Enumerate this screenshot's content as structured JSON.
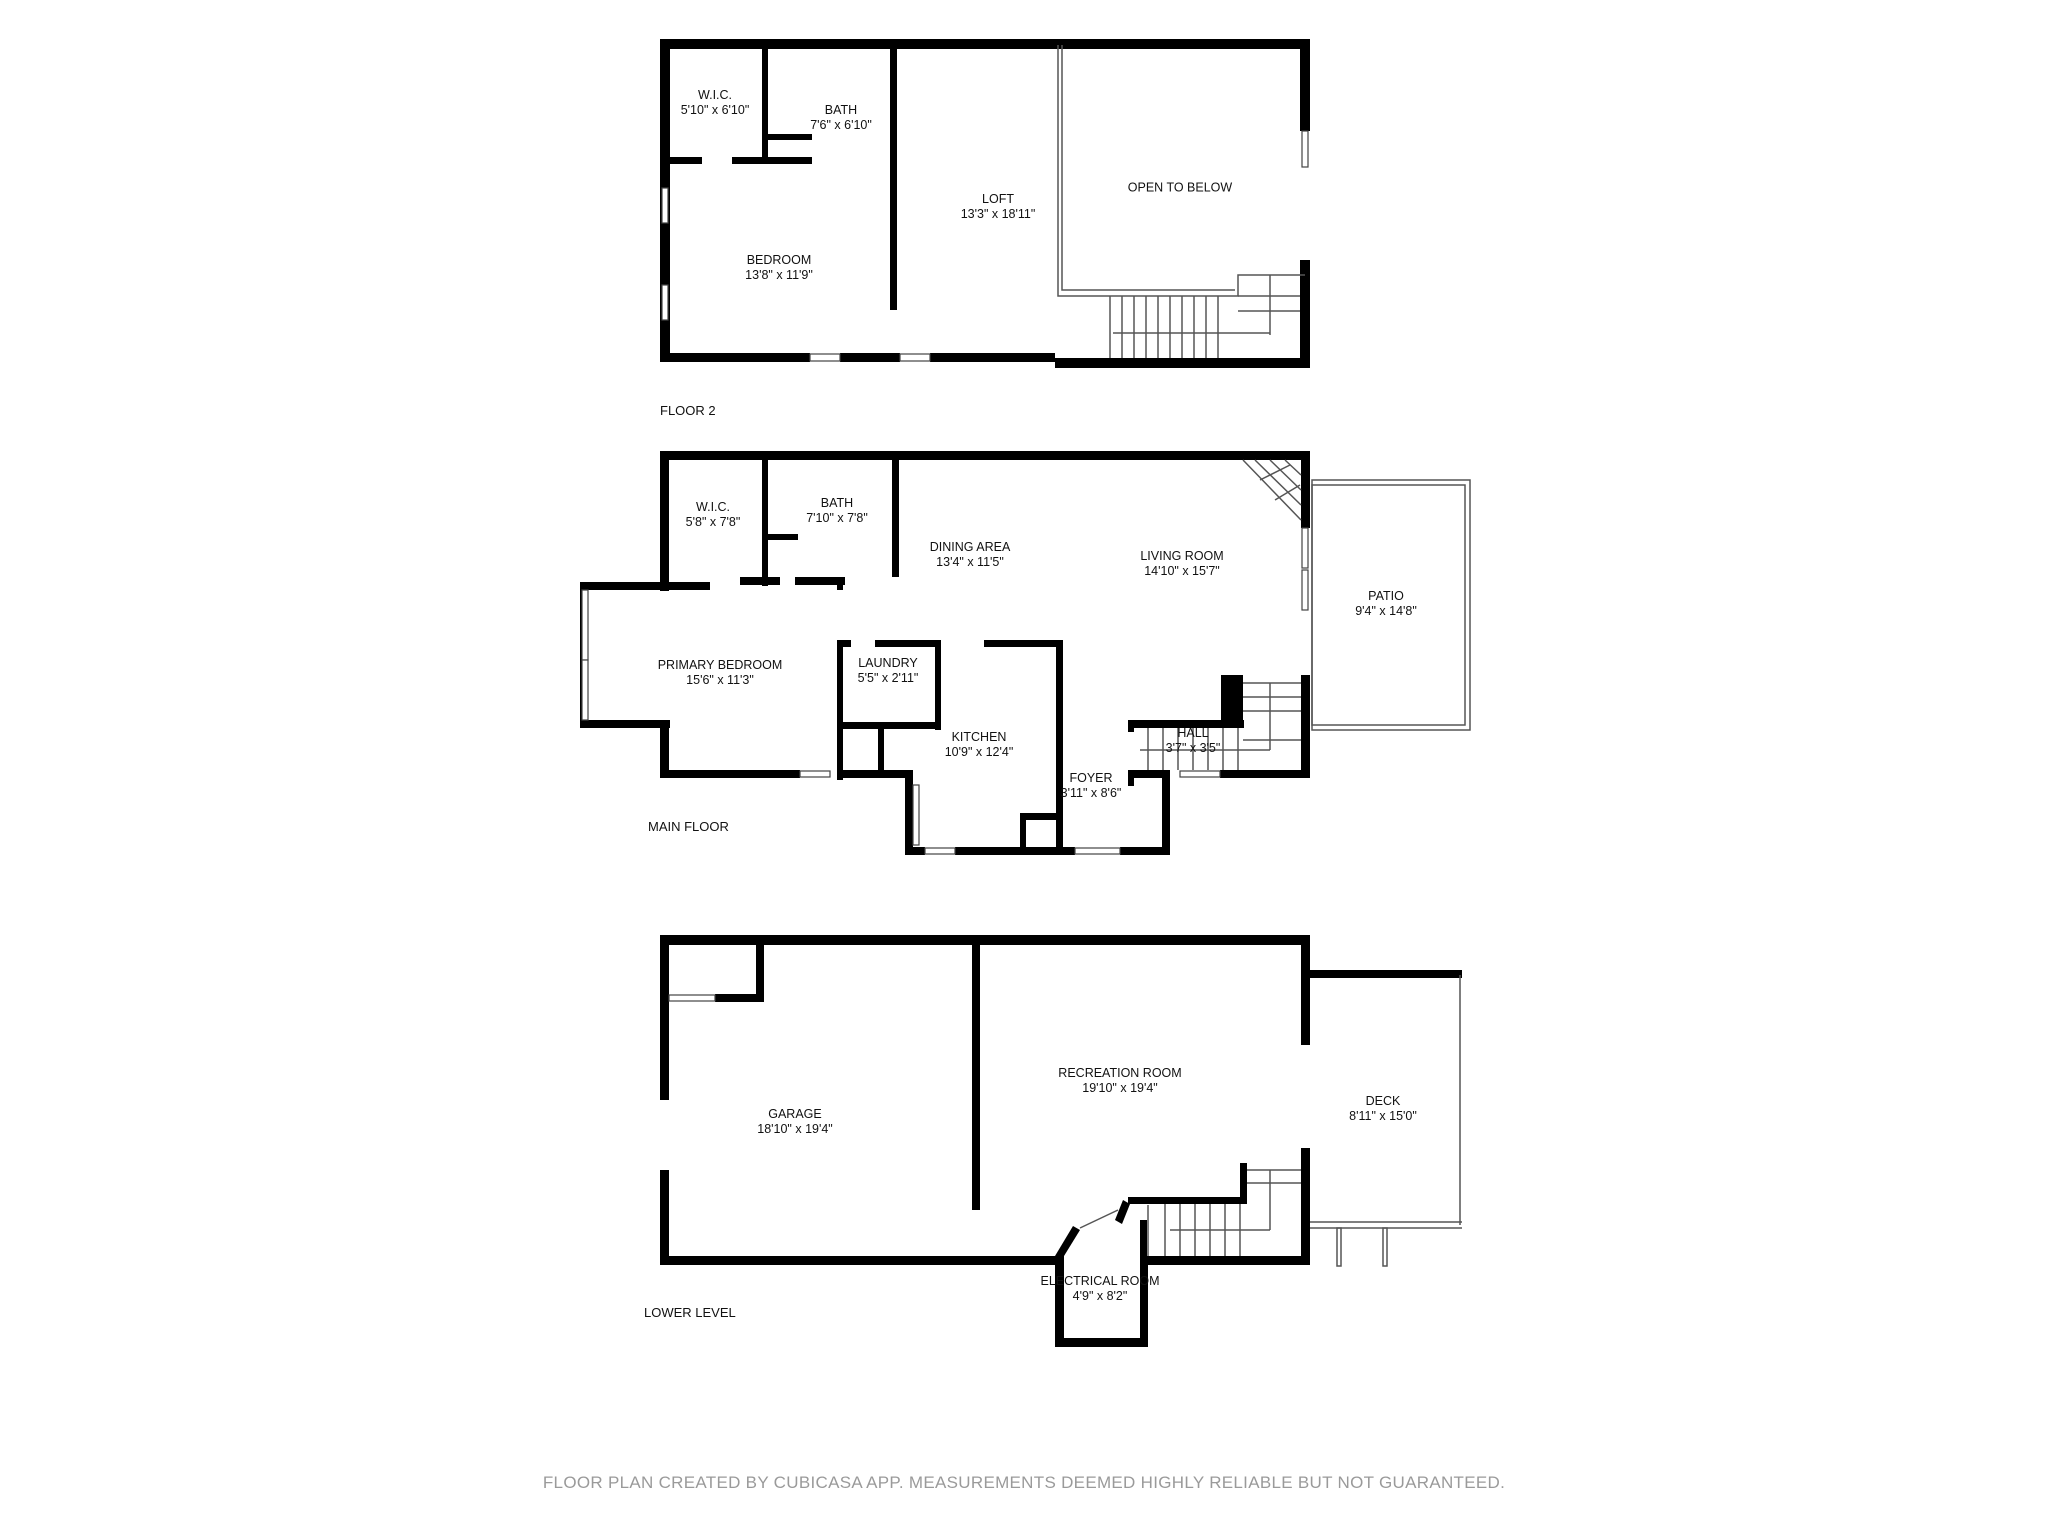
{
  "floors": {
    "floor2": {
      "label": "FLOOR 2",
      "rooms": [
        {
          "name": "W.I.C.",
          "dims": "5'10\" x 6'10\""
        },
        {
          "name": "BATH",
          "dims": "7'6\" x 6'10\""
        },
        {
          "name": "LOFT",
          "dims": "13'3\" x 18'11\""
        },
        {
          "name": "OPEN TO BELOW",
          "dims": ""
        },
        {
          "name": "BEDROOM",
          "dims": "13'8\" x 11'9\""
        }
      ]
    },
    "main": {
      "label": "MAIN FLOOR",
      "rooms": [
        {
          "name": "W.I.C.",
          "dims": "5'8\" x 7'8\""
        },
        {
          "name": "BATH",
          "dims": "7'10\" x 7'8\""
        },
        {
          "name": "DINING AREA",
          "dims": "13'4\" x 11'5\""
        },
        {
          "name": "LIVING ROOM",
          "dims": "14'10\" x 15'7\""
        },
        {
          "name": "PATIO",
          "dims": "9'4\" x 14'8\""
        },
        {
          "name": "PRIMARY BEDROOM",
          "dims": "15'6\" x 11'3\""
        },
        {
          "name": "LAUNDRY",
          "dims": "5'5\" x 2'11\""
        },
        {
          "name": "KITCHEN",
          "dims": "10'9\" x 12'4\""
        },
        {
          "name": "HALL",
          "dims": "3'7\" x 3'5\""
        },
        {
          "name": "FOYER",
          "dims": "3'11\" x 8'6\""
        }
      ]
    },
    "lower": {
      "label": "LOWER LEVEL",
      "rooms": [
        {
          "name": "GARAGE",
          "dims": "18'10\" x 19'4\""
        },
        {
          "name": "RECREATION ROOM",
          "dims": "19'10\" x 19'4\""
        },
        {
          "name": "DECK",
          "dims": "8'11\" x 15'0\""
        },
        {
          "name": "ELECTRICAL ROOM",
          "dims": "4'9\" x 8'2\""
        }
      ]
    }
  },
  "footer": "FLOOR PLAN CREATED BY CUBICASA APP. MEASUREMENTS DEEMED HIGHLY RELIABLE BUT NOT GUARANTEED."
}
